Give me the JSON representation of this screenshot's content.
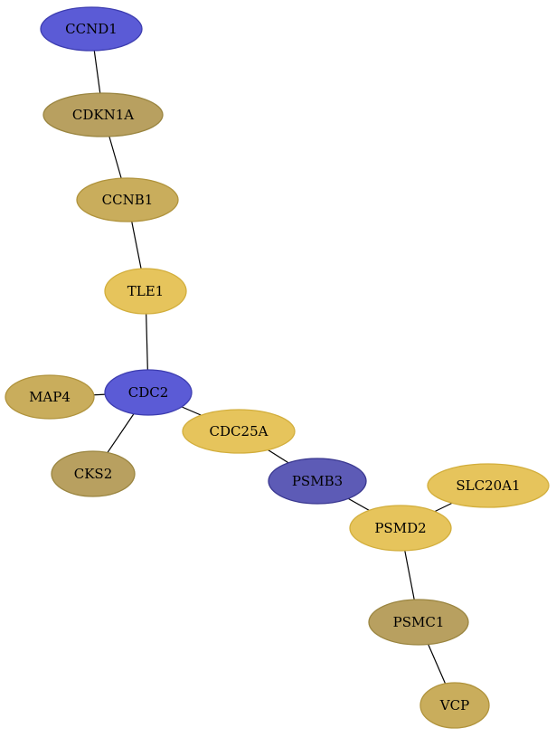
{
  "colors": {
    "blue": "#5b5bd6",
    "blue_stroke": "#3d3db0",
    "dark_gold": "#b8a060",
    "dark_gold_stroke": "#9a8540",
    "mid_gold": "#c9ad5c",
    "mid_gold_stroke": "#b0933c",
    "light_gold": "#e6c45c",
    "light_gold_stroke": "#d2ae3c",
    "slate_blue": "#5d5bb6",
    "slate_blue_stroke": "#3a3890"
  },
  "nodes": [
    {
      "id": "CCND1",
      "label": "CCND1",
      "color": "blue"
    },
    {
      "id": "CDKN1A",
      "label": "CDKN1A",
      "color": "dark_gold"
    },
    {
      "id": "CCNB1",
      "label": "CCNB1",
      "color": "mid_gold"
    },
    {
      "id": "TLE1",
      "label": "TLE1",
      "color": "light_gold"
    },
    {
      "id": "CDC2",
      "label": "CDC2",
      "color": "blue"
    },
    {
      "id": "MAP4",
      "label": "MAP4",
      "color": "mid_gold"
    },
    {
      "id": "CKS2",
      "label": "CKS2",
      "color": "dark_gold"
    },
    {
      "id": "CDC25A",
      "label": "CDC25A",
      "color": "light_gold"
    },
    {
      "id": "PSMB3",
      "label": "PSMB3",
      "color": "slate_blue"
    },
    {
      "id": "SLC20A1",
      "label": "SLC20A1",
      "color": "light_gold"
    },
    {
      "id": "PSMD2",
      "label": "PSMD2",
      "color": "light_gold"
    },
    {
      "id": "PSMC1",
      "label": "PSMC1",
      "color": "dark_gold"
    },
    {
      "id": "VCP",
      "label": "VCP",
      "color": "mid_gold"
    }
  ],
  "edges": [
    [
      "CCND1",
      "CDKN1A"
    ],
    [
      "CDKN1A",
      "CCNB1"
    ],
    [
      "CCNB1",
      "TLE1"
    ],
    [
      "TLE1",
      "CDC2"
    ],
    [
      "CDC2",
      "MAP4"
    ],
    [
      "CDC2",
      "CKS2"
    ],
    [
      "CDC2",
      "CDC25A"
    ],
    [
      "CDC25A",
      "PSMB3"
    ],
    [
      "PSMB3",
      "PSMD2"
    ],
    [
      "PSMD2",
      "SLC20A1"
    ],
    [
      "PSMD2",
      "PSMC1"
    ],
    [
      "PSMC1",
      "VCP"
    ]
  ]
}
